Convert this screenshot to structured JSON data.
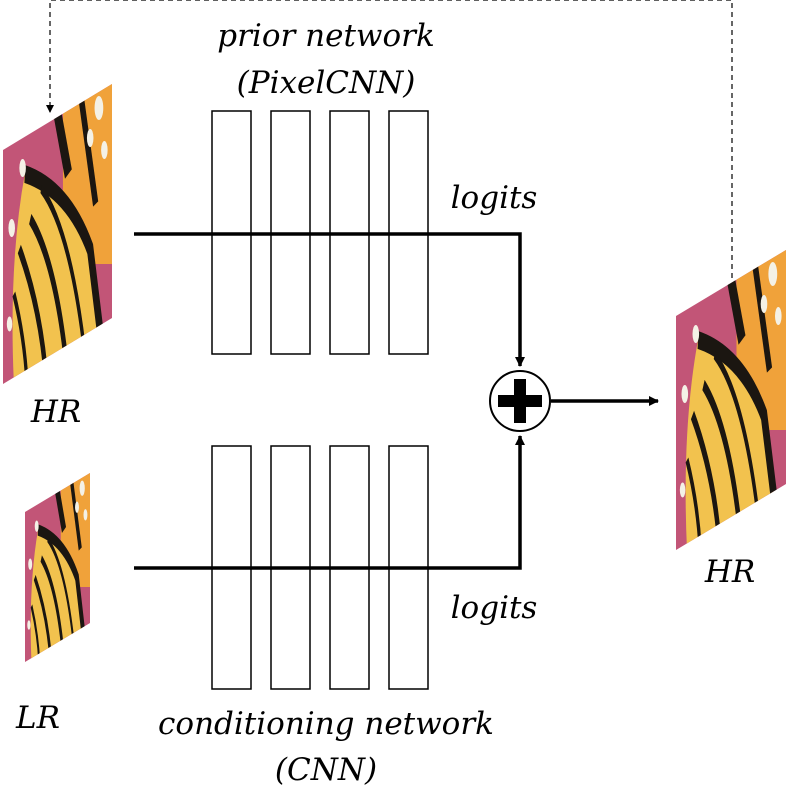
{
  "labels": {
    "prior_title": "prior network",
    "prior_subtitle": "(PixelCNN)",
    "logits_top": "logits",
    "logits_bottom": "logits",
    "conditioning_title": "conditioning network",
    "conditioning_subtitle": "(CNN)",
    "hr_input": "HR",
    "lr_input": "LR",
    "hr_output": "HR"
  },
  "colors": {
    "line": "#000000",
    "wing_orange": "#f0a23a",
    "wing_yellow": "#f2c24e",
    "vein": "#1b1611",
    "flower_pink": "#c25577",
    "spot_white": "#f4f1e6"
  }
}
